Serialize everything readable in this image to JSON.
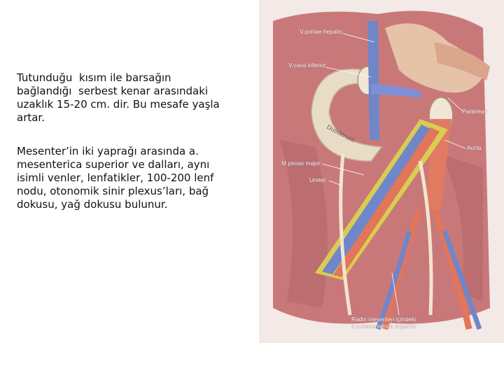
{
  "text": {
    "paragraph_1": "Tutunduğu  kısım ile barsağın bağlandığı  serbest kenar arasındaki uzaklık 15-20 cm. dir. Bu mesafe yaşla artar.",
    "paragraph_2": "Mesenter’in iki yaprağı arasında a. mesenterica superior ve dalları, aynı isimli venler, lenfatikler, 100-200 lenf nodu, otonomik sinir plexus’ları, bağ dokusu, yağ dokusu bulunur."
  },
  "figure": {
    "labels": {
      "v_portae": "V.portae hepatis",
      "v_cava": "V.cava inferior",
      "pankreas": "Pankreas",
      "duodenum": "Duodenum",
      "aorta": "Aorta",
      "psoas": "M.psoas major",
      "ureter": "Ureter",
      "caption_line_1": "Radix mesenteri içindeki",
      "caption_line_2": "a.v.mesenterica superior"
    },
    "colors": {
      "tissue": "#c9787a",
      "vein": "#6f86c9",
      "artery": "#e2755a",
      "fat": "#d9cc52",
      "duodenum": "#e9dcc7"
    }
  }
}
